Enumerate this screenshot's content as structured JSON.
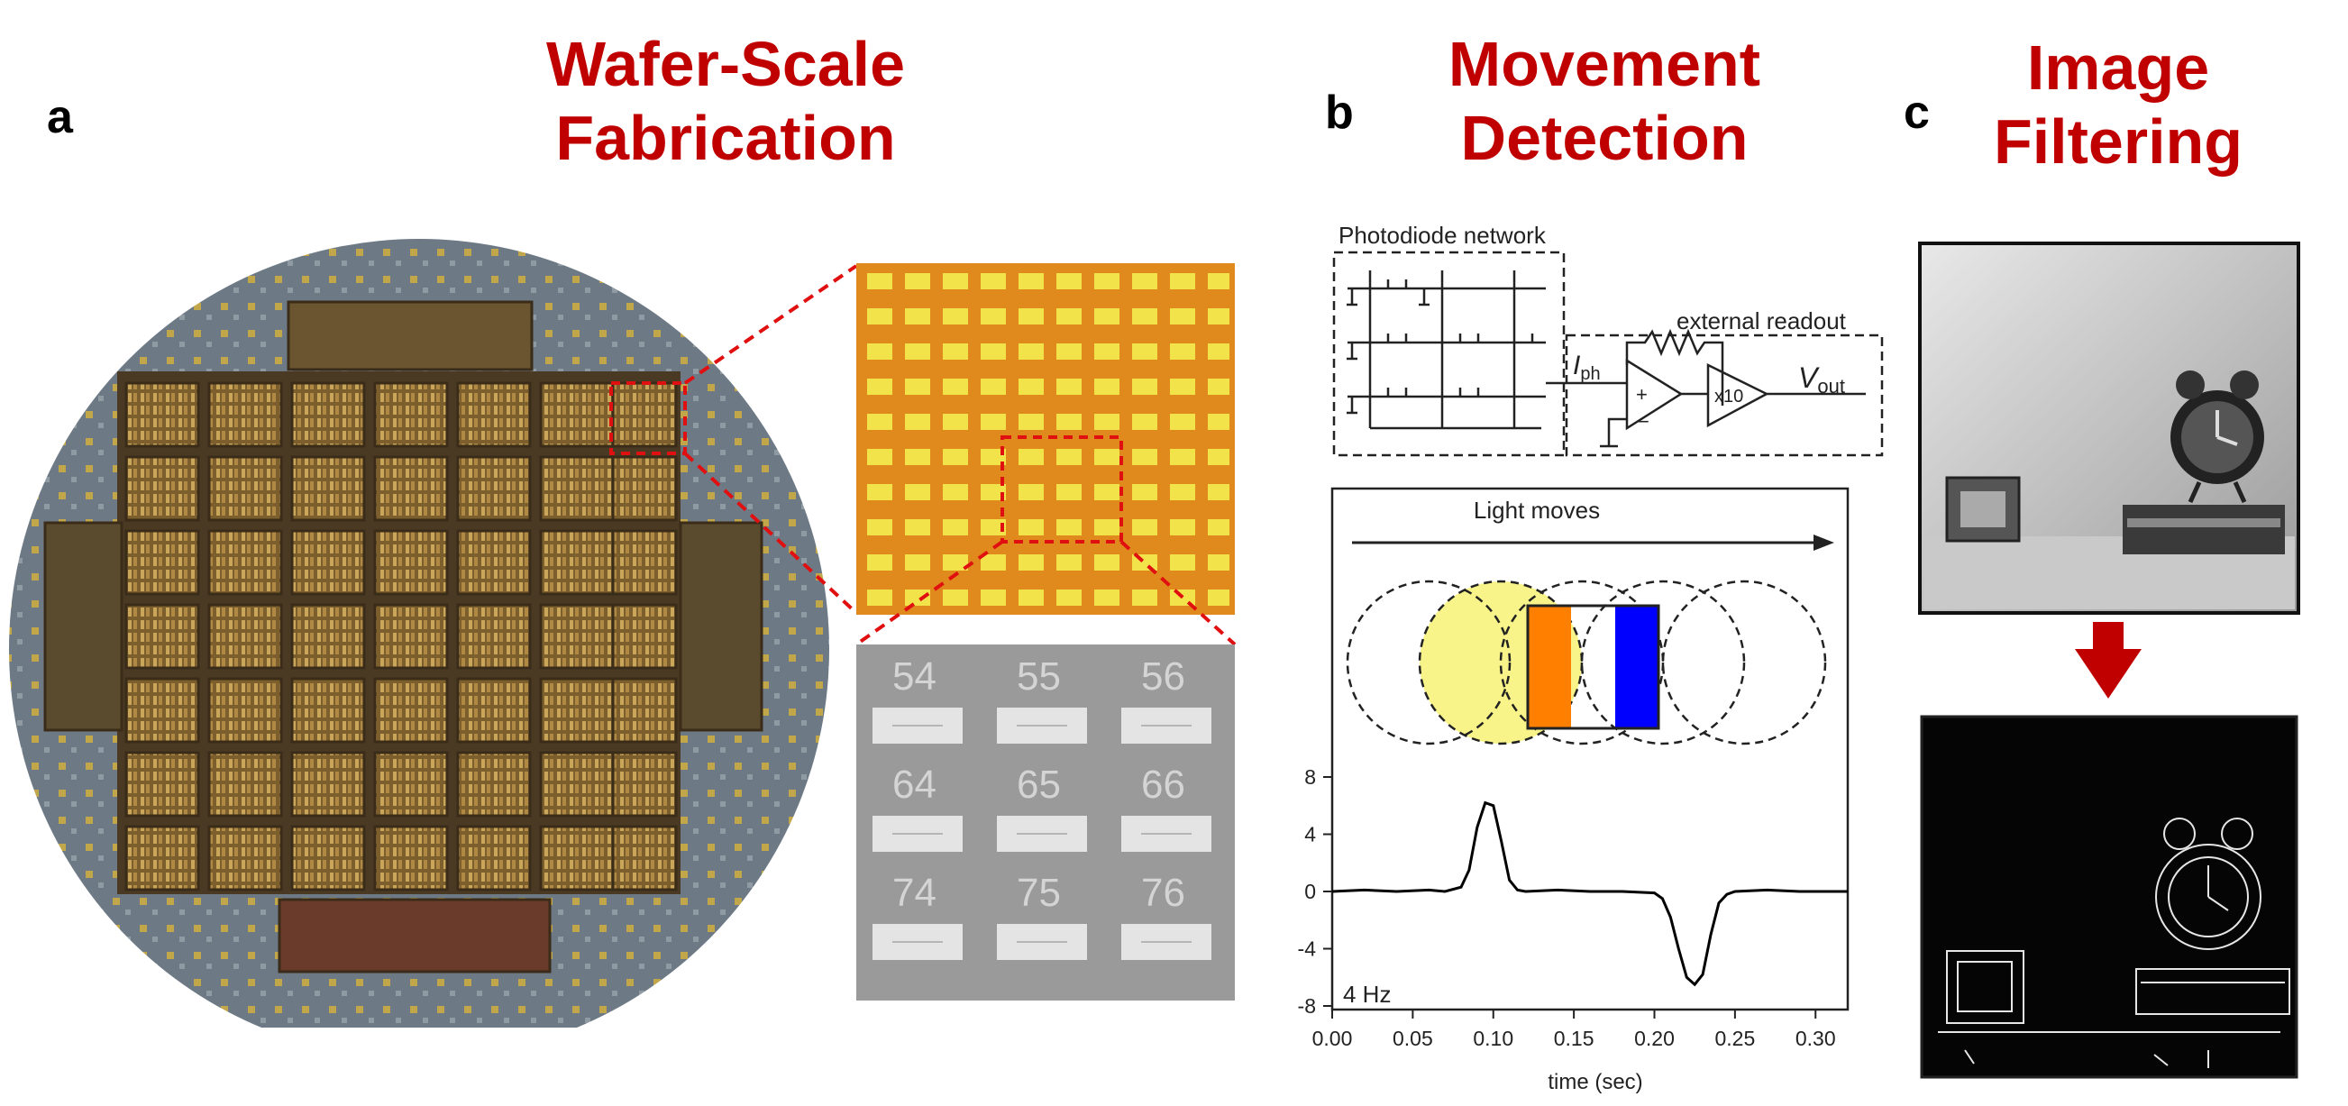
{
  "panels": {
    "a": {
      "letter": "a",
      "title_line1": "Wafer-Scale",
      "title_line2": "Fabrication",
      "zoom_labels": [
        "54",
        "55",
        "56",
        "64",
        "65",
        "66",
        "74",
        "75",
        "76"
      ]
    },
    "b": {
      "letter": "b",
      "title_line1": "Movement",
      "title_line2": "Detection",
      "circuit": {
        "network_label": "Photodiode network",
        "readout_label": "external readout",
        "current_label": "I",
        "current_sub": "ph",
        "gain_label": "x10",
        "output_label": "V",
        "output_sub": "out",
        "plus": "+",
        "minus": "−"
      },
      "light_label": "Light moves"
    },
    "c": {
      "letter": "c",
      "title_line1": "Image",
      "title_line2": "Filtering"
    }
  },
  "chart_data": {
    "type": "line",
    "annotation": "4 Hz",
    "xlabel": "time (sec)",
    "ylabel": "",
    "xlim": [
      0.0,
      0.32
    ],
    "ylim": [
      -8,
      8
    ],
    "x_ticks": [
      "0.00",
      "0.05",
      "0.10",
      "0.15",
      "0.20",
      "0.25",
      "0.30"
    ],
    "y_ticks": [
      "8",
      "4",
      "0",
      "-4",
      "-8"
    ],
    "series": [
      {
        "x": [
          0.0,
          0.02,
          0.04,
          0.06,
          0.07,
          0.08,
          0.085,
          0.09,
          0.095,
          0.1,
          0.105,
          0.11,
          0.115,
          0.12,
          0.14,
          0.16,
          0.18,
          0.2,
          0.205,
          0.21,
          0.215,
          0.22,
          0.225,
          0.23,
          0.235,
          0.24,
          0.245,
          0.25,
          0.27,
          0.29,
          0.32
        ],
        "y": [
          0.0,
          0.1,
          0.0,
          0.1,
          0.0,
          0.3,
          1.5,
          4.5,
          6.2,
          6.0,
          3.5,
          0.8,
          0.1,
          0.0,
          0.1,
          0.0,
          0.0,
          -0.1,
          -0.5,
          -1.8,
          -4.0,
          -6.0,
          -6.5,
          -5.8,
          -3.0,
          -0.8,
          -0.2,
          0.0,
          0.1,
          0.0,
          0.0
        ]
      }
    ]
  }
}
